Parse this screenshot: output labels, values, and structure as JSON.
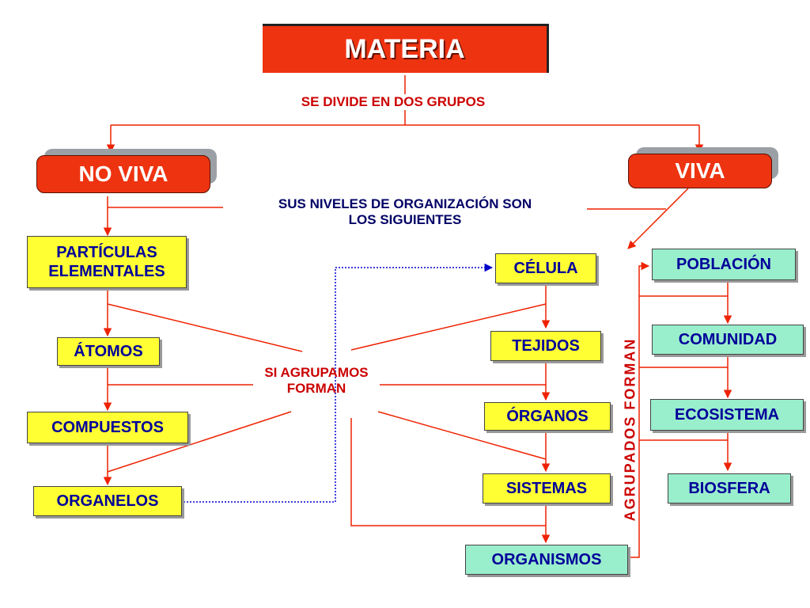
{
  "title": "MATERIA",
  "labels": {
    "divide": "SE DIVIDE EN DOS GRUPOS",
    "niveles_line1": "SUS NIVELES DE ORGANIZACIÓN  SON",
    "niveles_line2": "LOS  SIGUIENTES",
    "agrupamos_line1": "SI  AGRUPAMOS",
    "agrupamos_line2": "FORMAN",
    "agrupados": "AGRUPADOS  FORMAN"
  },
  "groups": {
    "no_viva": "NO VIVA",
    "viva": "VIVA"
  },
  "no_viva_levels": {
    "particulas_line1": "PARTÍCULAS",
    "particulas_line2": "ELEMENTALES",
    "atomos": "ÁTOMOS",
    "compuestos": "COMPUESTOS",
    "organelos": "ORGANELOS"
  },
  "viva_levels": {
    "celula": "CÉLULA",
    "tejidos": "TEJIDOS",
    "organos": "ÓRGANOS",
    "sistemas": "SISTEMAS",
    "organismos": "ORGANISMOS"
  },
  "ecology_levels": {
    "poblacion": "POBLACIÓN",
    "comunidad": "COMUNIDAD",
    "ecosistema": "ECOSISTEMA",
    "biosfera": "BIOSFERA"
  },
  "colors": {
    "primary_red": "#ee3311",
    "line_red": "#ee2200",
    "label_red": "#cc0000",
    "box_yellow": "#ffff33",
    "box_teal": "#99eecc",
    "text_navy": "#000099",
    "dotted_blue": "#0000cc"
  }
}
